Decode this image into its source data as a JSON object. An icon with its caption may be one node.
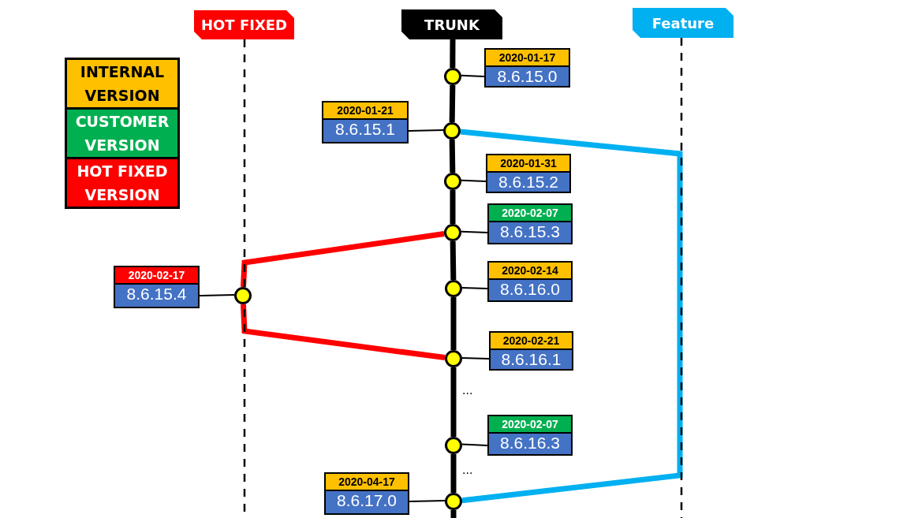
{
  "diagram": {
    "nodes": [
      {
        "text": [
          "HOT FIXED"
        ]
      },
      {
        "text": [
          "TRUNK"
        ]
      },
      {
        "text": [
          "Feature"
        ]
      },
      {
        "text": [
          "2020-01-17",
          "8.6.15.0"
        ]
      },
      {
        "text": [],
        "shape": "circle"
      },
      {
        "text": [
          "2020-01-21",
          "8.6.15.1"
        ]
      },
      {
        "text": [],
        "shape": "circle"
      },
      {
        "text": [
          "2020-01-31",
          "8.6.15.2"
        ]
      },
      {
        "text": [],
        "shape": "circle"
      },
      {
        "text": [
          "2020-02-07",
          "8.6.15.3"
        ]
      },
      {
        "text": [],
        "shape": "circle"
      },
      {
        "text": [
          "2020-02-17",
          "8.6.15.4"
        ]
      },
      {
        "text": [],
        "shape": "circle"
      },
      {
        "text": [
          "2020-02-14",
          "8.6.16.0"
        ]
      },
      {
        "text": [],
        "shape": "circle"
      },
      {
        "text": [
          "2020-02-21",
          "8.6.16.1"
        ]
      },
      {
        "text": [],
        "shape": "circle"
      },
      {
        "text": [
          "2020-02-07",
          "8.6.16.3"
        ]
      },
      {
        "text": [],
        "shape": "circle"
      },
      {
        "text": [
          "2020-04-17",
          "8.6.17.0"
        ]
      },
      {
        "text": [],
        "shape": "circle"
      }
    ],
    "edges": [
      {
        "from": 3,
        "to": 4,
        "arrow": "none"
      },
      {
        "from": 5,
        "to": 6,
        "arrow": "none"
      },
      {
        "from": 7,
        "to": 8,
        "arrow": "none"
      },
      {
        "from": 9,
        "to": 10,
        "arrow": "none"
      },
      {
        "from": 11,
        "to": 12,
        "arrow": "none"
      },
      {
        "from": 13,
        "to": 14,
        "arrow": "none"
      },
      {
        "from": 15,
        "to": 16,
        "arrow": "none"
      },
      {
        "from": 17,
        "to": 18,
        "arrow": "none"
      },
      {
        "from": 19,
        "to": 20,
        "arrow": "none"
      },
      {
        "from": 1,
        "to": 4,
        "arrow": "none"
      },
      {
        "from": 4,
        "to": 6,
        "arrow": "none"
      },
      {
        "from": 6,
        "to": 8,
        "arrow": "none"
      },
      {
        "from": 8,
        "to": 10,
        "arrow": "none"
      },
      {
        "from": 10,
        "to": 14,
        "arrow": "none"
      },
      {
        "from": 14,
        "to": 16,
        "arrow": "none"
      },
      {
        "from": 16,
        "to": 18,
        "arrow": "none"
      },
      {
        "from": 18,
        "to": 20,
        "arrow": "none"
      },
      {
        "from": 20,
        "to": null,
        "arrow": "none"
      },
      {
        "from": 10,
        "to": 12,
        "arrow": "none",
        "color": "#ff0000"
      },
      {
        "from": 12,
        "to": 16,
        "arrow": "none",
        "color": "#ff0000"
      },
      {
        "from": 6,
        "to": 20,
        "arrow": "none",
        "color": "#00b0f0"
      },
      {
        "from": 0,
        "to": null,
        "arrow": "none",
        "style": "dashed"
      },
      {
        "from": 2,
        "to": null,
        "arrow": "none",
        "style": "dashed"
      }
    ],
    "labels": [
      "...",
      "..."
    ],
    "legend": [
      {
        "text": "INTERNAL VERSION",
        "color": "#ffc000"
      },
      {
        "text": "CUSTOMER VERSION",
        "color": "#00b050"
      },
      {
        "text": "HOT FIXED VERSION",
        "color": "#ff0000"
      }
    ]
  }
}
